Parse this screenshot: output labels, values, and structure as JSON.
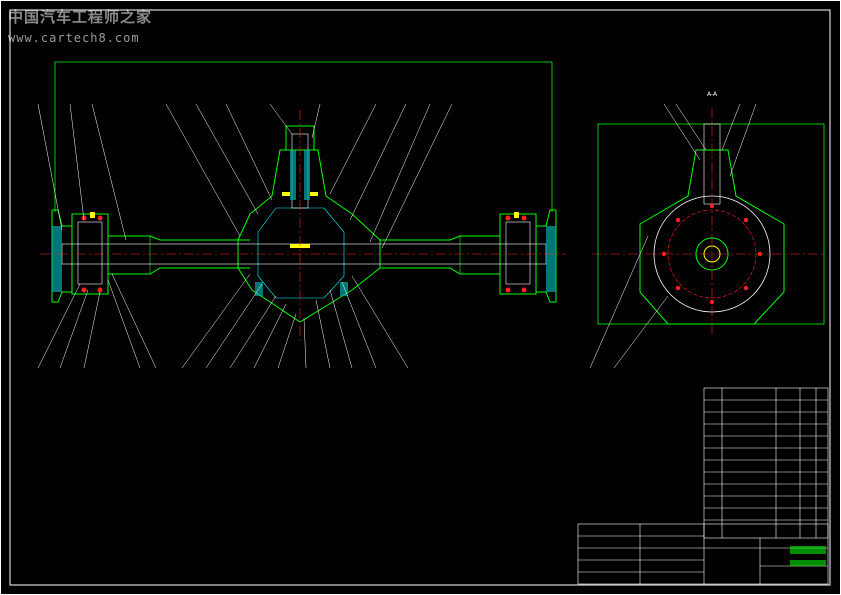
{
  "watermark": {
    "title": "中国汽车工程师之家",
    "url": "www.cartech8.com"
  },
  "section_label": "A-A",
  "colors": {
    "background": "#000000",
    "frame": "#ffffff",
    "outline": "#00ff00",
    "centerline": "#ff2020",
    "hatch": "#00c8c8",
    "detail": "#ffff00",
    "note_text": "#ff2020"
  }
}
